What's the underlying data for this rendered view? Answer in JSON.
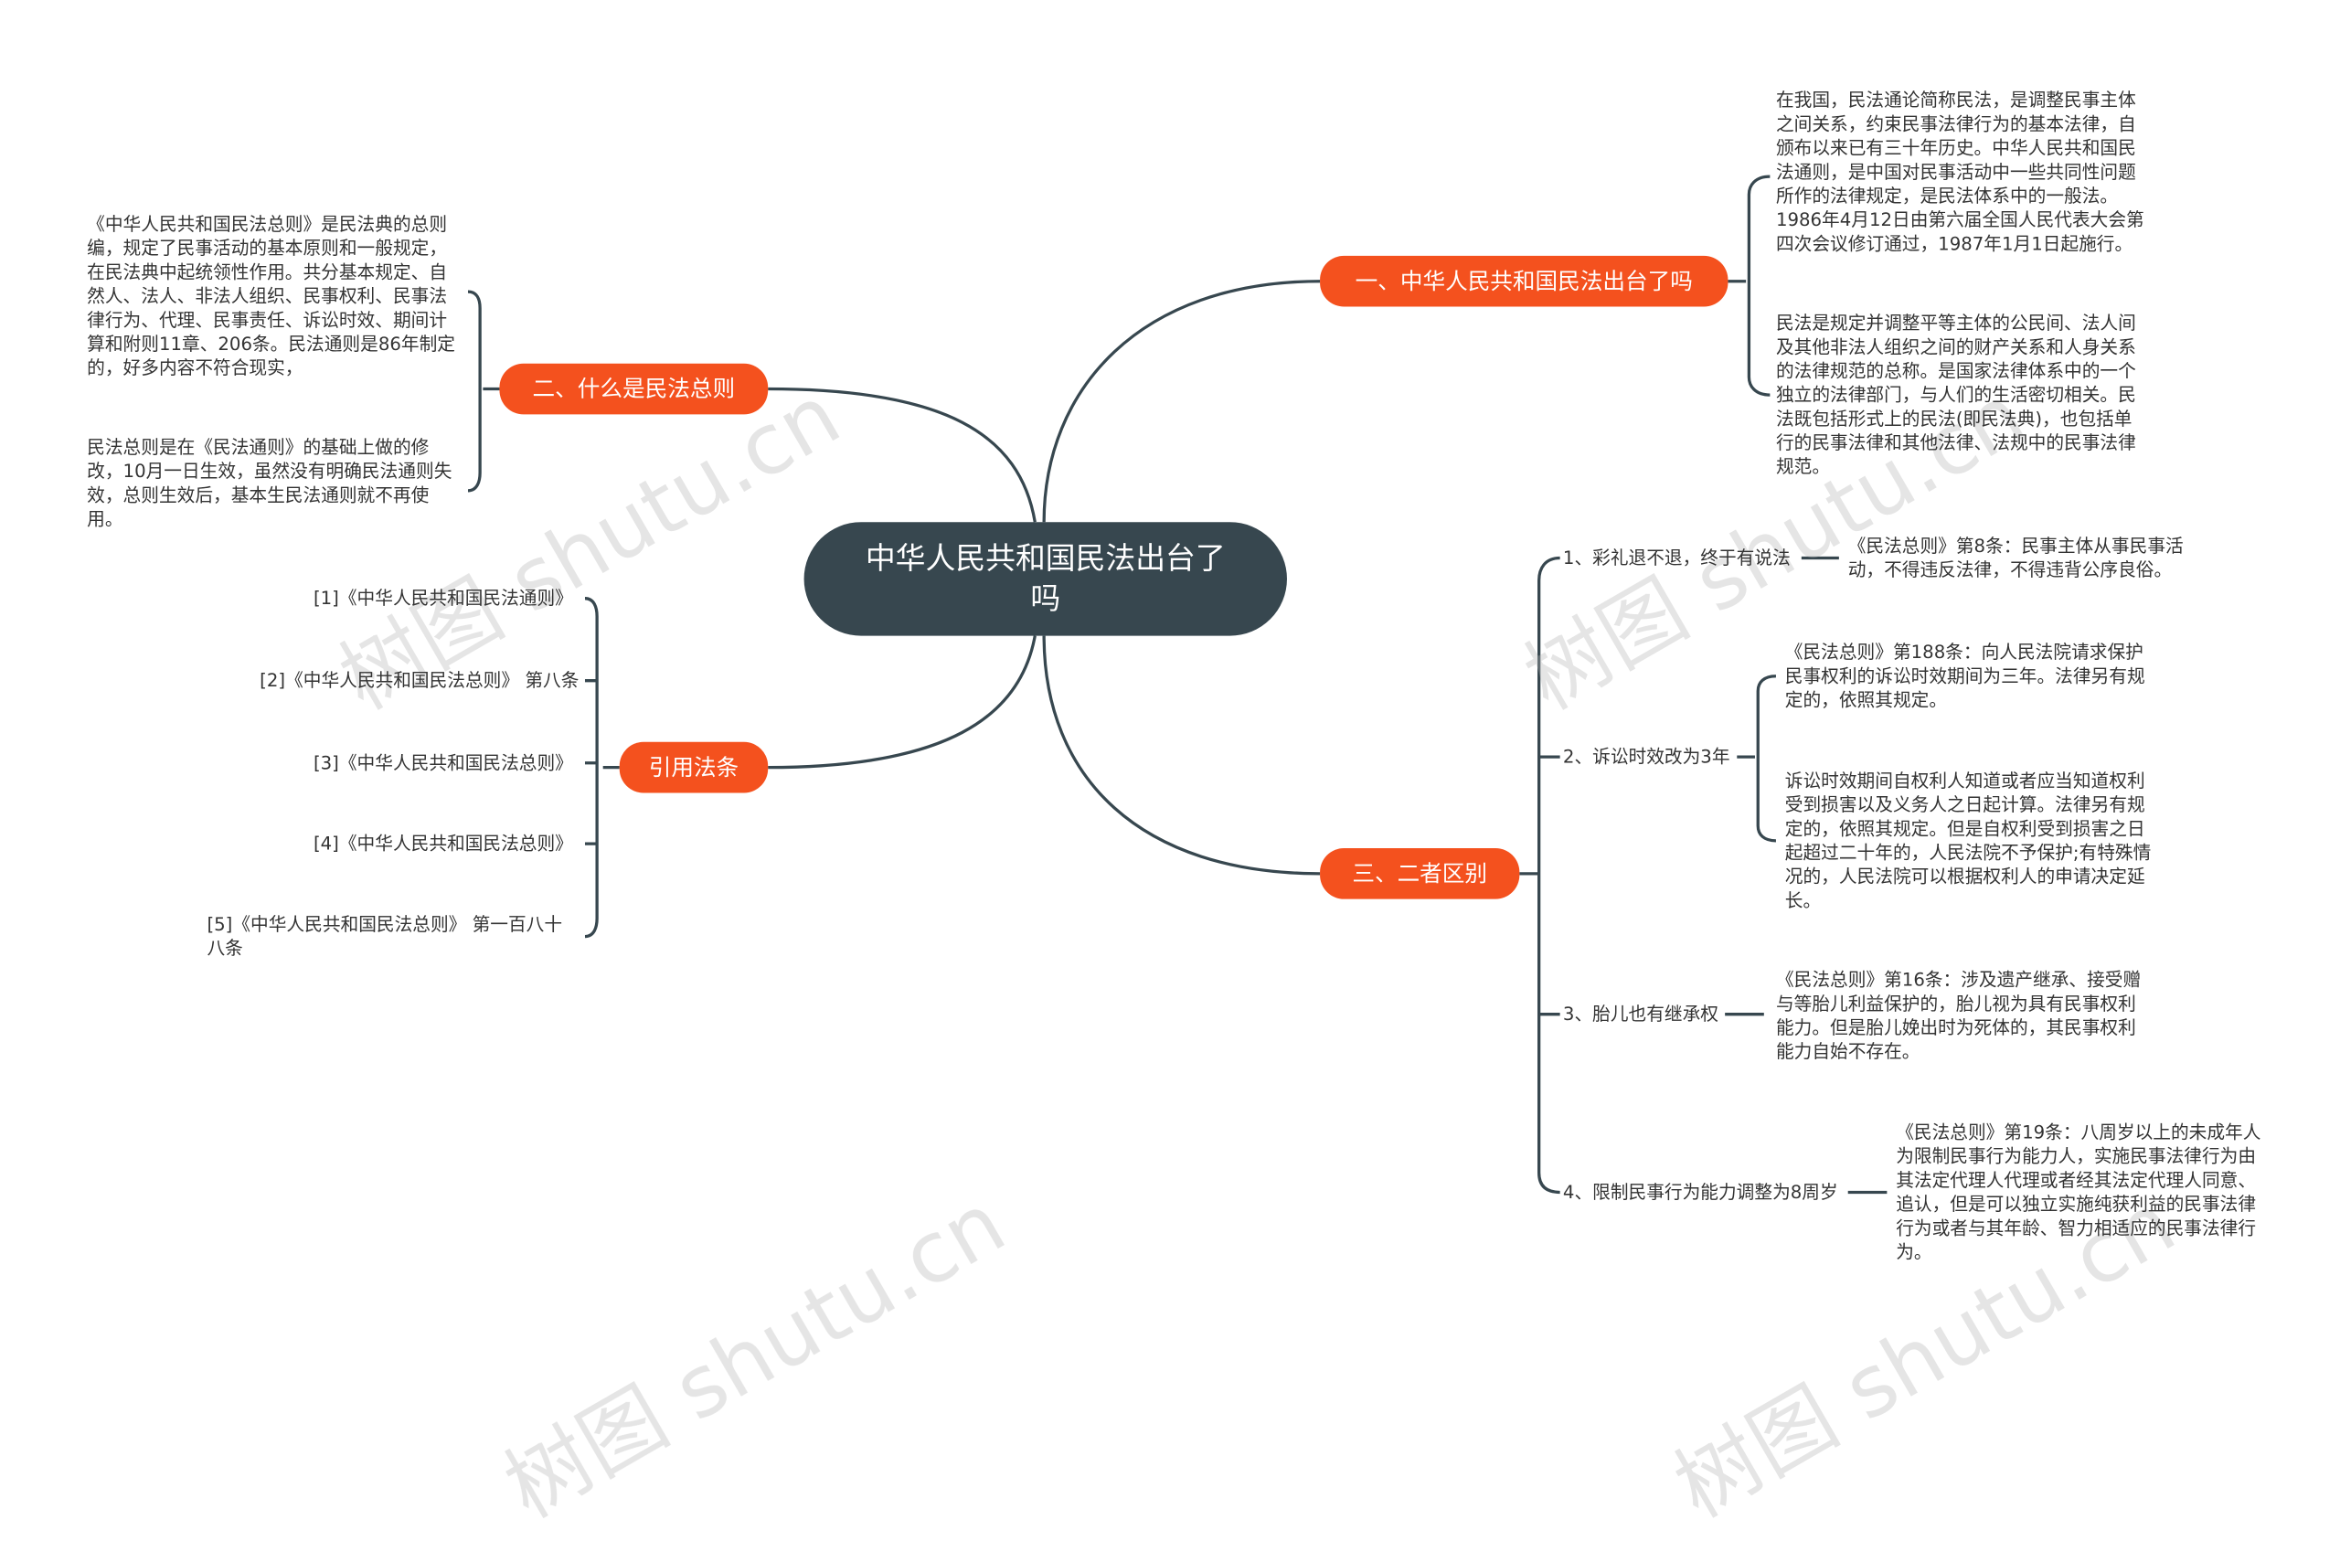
{
  "central": {
    "title": "中华人民共和国民法出台了吗"
  },
  "branches": {
    "b1": "一、中华人民共和国民法出台了吗",
    "b2": "二、什么是民法总则",
    "b3": "三、二者区别",
    "b4": "引用法条"
  },
  "b1_texts": [
    "在我国，民法通论简称民法，是调整民事主体之间关系，约束民事法律行为的基本法律，自颁布以来已有三十年历史。中华人民共和国民法通则，是中国对民事活动中一些共同性问题所作的法律规定，是民法体系中的一般法。1986年4月12日由第六届全国人民代表大会第四次会议修订通过，1987年1月1日起施行。",
    "民法是规定并调整平等主体的公民间、法人间及其他非法人组织之间的财产关系和人身关系的法律规范的总称。是国家法律体系中的一个独立的法律部门，与人们的生活密切相关。民法既包括形式上的民法(即民法典)，也包括单行的民事法律和其他法律、法规中的民事法律规范。"
  ],
  "b2_texts": [
    "《中华人民共和国民法总则》是民法典的总则编，规定了民事活动的基本原则和一般规定，在民法典中起统领性作用。共分基本规定、自然人、法人、非法人组织、民事权利、民事法律行为、代理、民事责任、诉讼时效、期间计算和附则11章、206条。民法通则是86年制定的，好多内容不符合现实，",
    "民法总则是在《民法通则》的基础上做的修改，10月一日生效，虽然没有明确民法通则失效，总则生效后，基本生民法通则就不再使用。"
  ],
  "b3_items": [
    {
      "label": "1、彩礼退不退，终于有说法",
      "details": [
        "《民法总则》第8条：民事主体从事民事活动，不得违反法律，不得违背公序良俗。"
      ]
    },
    {
      "label": "2、诉讼时效改为3年",
      "details": [
        "《民法总则》第188条：向人民法院请求保护民事权利的诉讼时效期间为三年。法律另有规定的，依照其规定。",
        "诉讼时效期间自权利人知道或者应当知道权利受到损害以及义务人之日起计算。法律另有规定的，依照其规定。但是自权利受到损害之日起超过二十年的，人民法院不予保护;有特殊情况的，人民法院可以根据权利人的申请决定延长。"
      ]
    },
    {
      "label": "3、胎儿也有继承权",
      "details": [
        "《民法总则》第16条：涉及遗产继承、接受赠与等胎儿利益保护的，胎儿视为具有民事权利能力。但是胎儿娩出时为死体的，其民事权利能力自始不存在。"
      ]
    },
    {
      "label": "4、限制民事行为能力调整为8周岁",
      "details": [
        "《民法总则》第19条：八周岁以上的未成年人为限制民事行为能力人，实施民事法律行为由其法定代理人代理或者经其法定代理人同意、追认，但是可以独立实施纯获利益的民事法律行为或者与其年龄、智力相适应的民事法律行为。"
      ]
    }
  ],
  "b4_refs": [
    "[1]《中华人民共和国民法通则》",
    "[2]《中华人民共和国民法总则》 第八条",
    "[3]《中华人民共和国民法总则》",
    "[4]《中华人民共和国民法总则》",
    "[5]《中华人民共和国民法总则》 第一百八十八条"
  ],
  "watermark": "树图 shutu.cn",
  "colors": {
    "central": "#37474f",
    "branch": "#f4511e",
    "line": "#37474f",
    "text": "#333333"
  }
}
